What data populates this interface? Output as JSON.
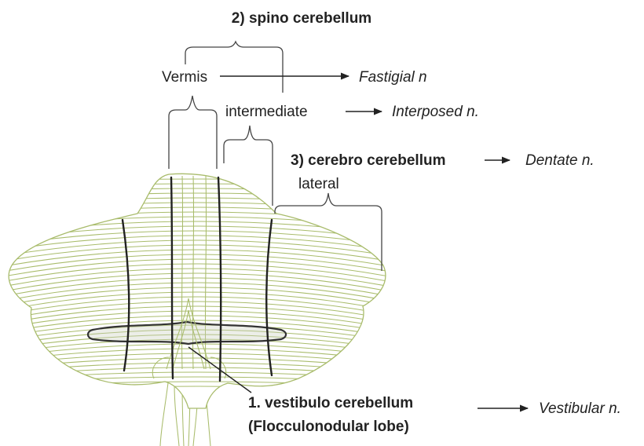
{
  "labels": {
    "spino_title": "2) spino cerebellum",
    "vermis": "Vermis",
    "fastigial": "Fastigial n",
    "intermediate": "intermediate",
    "interposed": "Interposed n.",
    "cerebro_title": "3) cerebro cerebellum",
    "dentate": "Dentate n.",
    "lateral": "lateral",
    "vestibulo_title": "1. vestibulo cerebellum",
    "vestibulo_sub": "(Flocculonodular lobe)",
    "vestibular": "Vestibular n."
  },
  "colors": {
    "folia": "#a9bc6c",
    "lines": "#222222",
    "text": "#222222"
  }
}
